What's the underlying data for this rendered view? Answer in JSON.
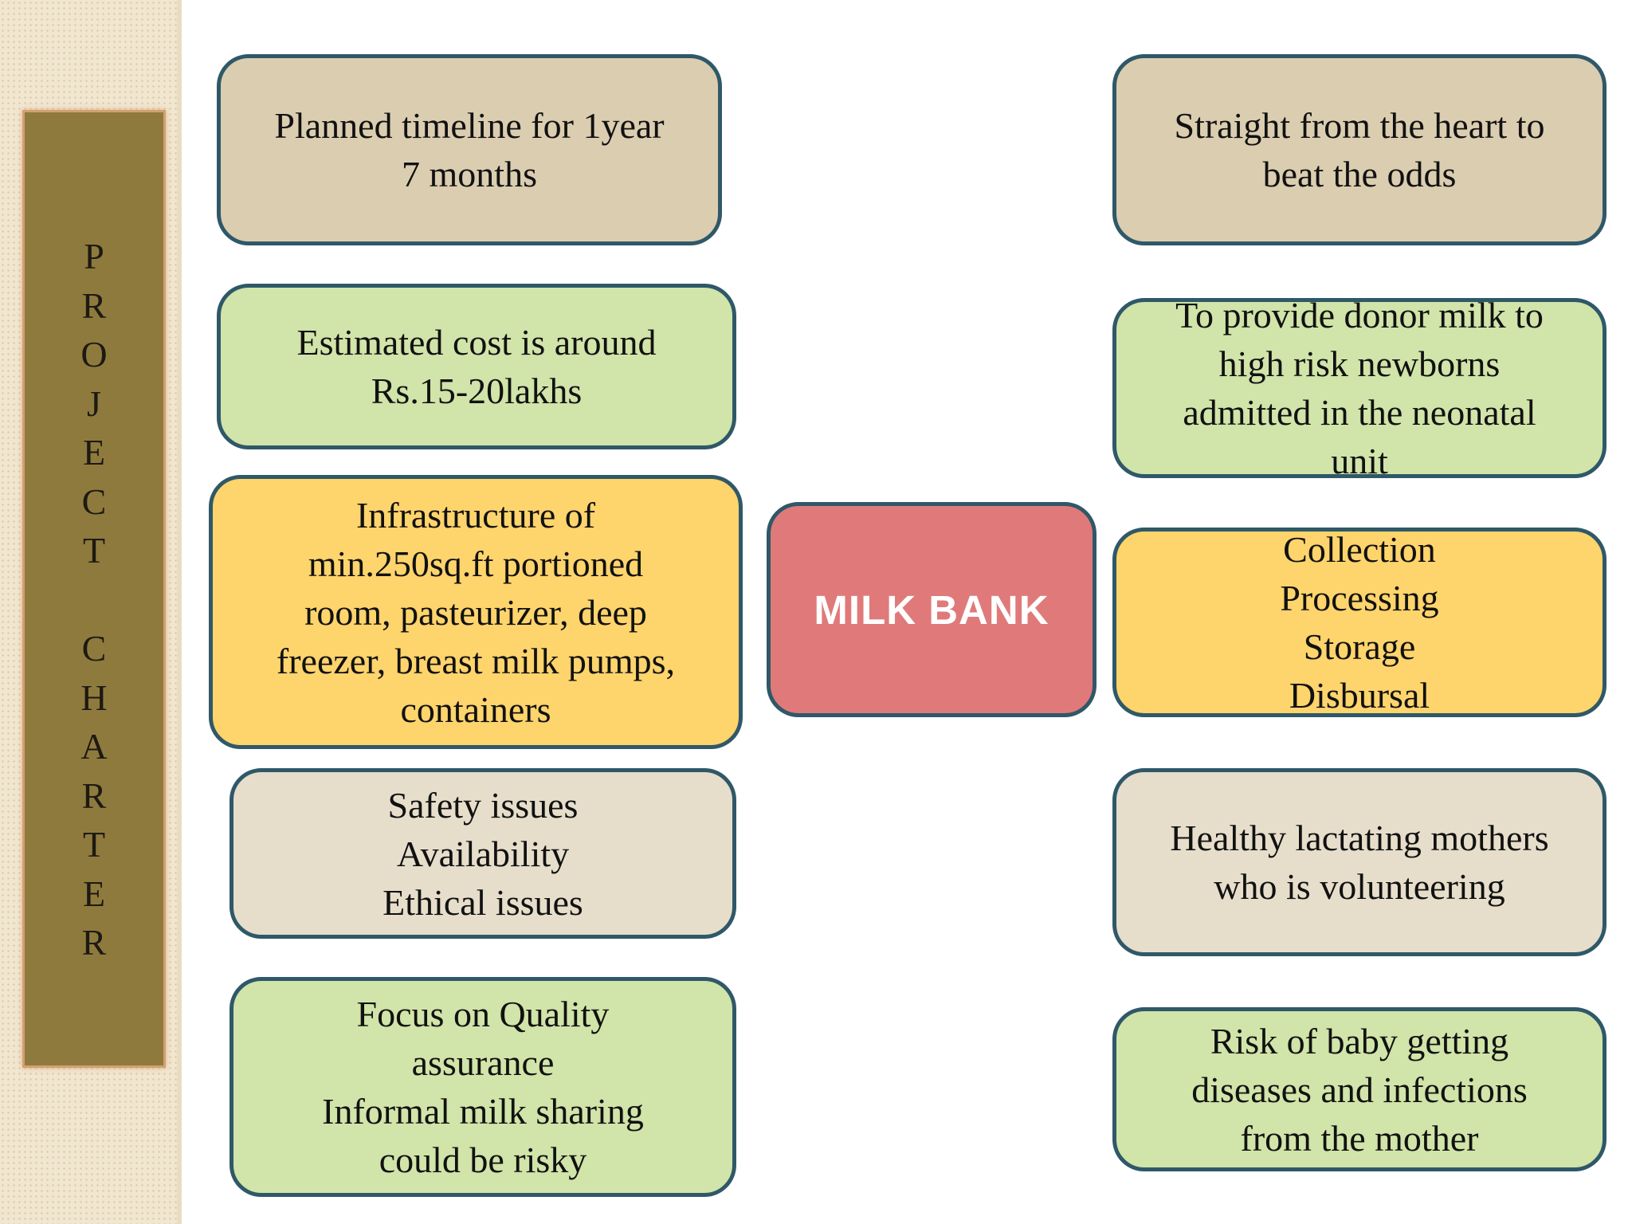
{
  "sidebar": {
    "title": "PROJECT CHARTER",
    "lines": [
      "P",
      "R",
      "O",
      "J",
      "E",
      "C",
      "T",
      "",
      "C",
      "H",
      "A",
      "R",
      "T",
      "E",
      "R"
    ]
  },
  "center": {
    "label": "MILK BANK"
  },
  "left_boxes": {
    "timeline": {
      "lines": [
        "Planned timeline for 1year",
        "7 months"
      ]
    },
    "cost": {
      "lines": [
        "Estimated cost is around",
        "Rs.15-20lakhs"
      ]
    },
    "infrastructure": {
      "lines": [
        "Infrastructure of",
        "min.250sq.ft portioned",
        "room, pasteurizer, deep",
        "freezer, breast milk pumps,",
        "containers"
      ]
    },
    "risks": {
      "lines": [
        "Safety issues",
        "Availability",
        "Ethical issues"
      ]
    },
    "quality": {
      "lines": [
        "Focus on Quality",
        "assurance",
        "Informal milk sharing",
        "could be risky"
      ]
    }
  },
  "right_boxes": {
    "motto": {
      "lines": [
        "Straight from the heart to",
        "beat the odds"
      ]
    },
    "objective": {
      "lines": [
        "To provide donor milk to",
        "high risk newborns",
        "admitted in the neonatal",
        "unit"
      ]
    },
    "process": {
      "lines": [
        "Collection",
        "Processing",
        "Storage",
        "Disbursal"
      ]
    },
    "donors": {
      "lines": [
        "Healthy lactating mothers",
        "who is volunteering"
      ]
    },
    "infection": {
      "lines": [
        "Risk of baby getting",
        "diseases and infections",
        "from the mother"
      ]
    }
  }
}
